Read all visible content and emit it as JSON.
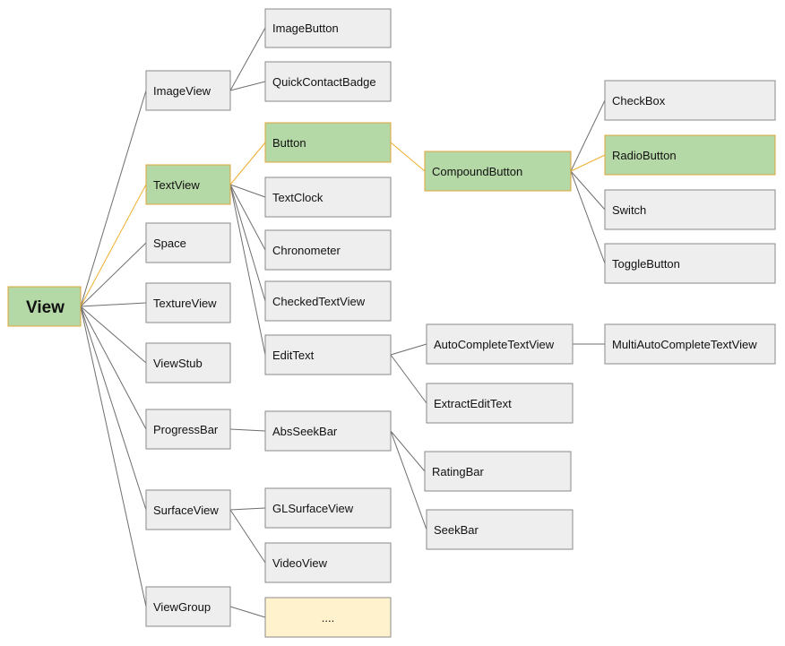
{
  "nodes": {
    "view": "View",
    "imageview": "ImageView",
    "textview": "TextView",
    "space": "Space",
    "textureview": "TextureView",
    "viewstub": "ViewStub",
    "progressbar": "ProgressBar",
    "surfaceview": "SurfaceView",
    "viewgroup": "ViewGroup",
    "imagebutton": "ImageButton",
    "quickcontactbadge": "QuickContactBadge",
    "button": "Button",
    "textclock": "TextClock",
    "chronometer": "Chronometer",
    "checkedtextview": "CheckedTextView",
    "edittext": "EditText",
    "abseekbar": "AbsSeekBar",
    "glsurfaceview": "GLSurfaceView",
    "videoview": "VideoView",
    "ellipsis": "....",
    "compoundbutton": "CompoundButton",
    "autocompletetextview": "AutoCompleteTextView",
    "extractedittext": "ExtractEditText",
    "ratingbar": "RatingBar",
    "seekbar": "SeekBar",
    "checkbox": "CheckBox",
    "radiobutton": "RadioButton",
    "switch": "Switch",
    "togglebutton": "ToggleButton",
    "multiautocompletetextview": "MultiAutoCompleteTextView"
  },
  "colors": {
    "highlight_fill": "#b5d9a6",
    "highlight_stroke": "#e0a53a",
    "default_fill": "#eeeeee",
    "placeholder_fill": "#fff2cc",
    "edge": "#6e6e6e",
    "highlight_edge": "#f0b030"
  }
}
